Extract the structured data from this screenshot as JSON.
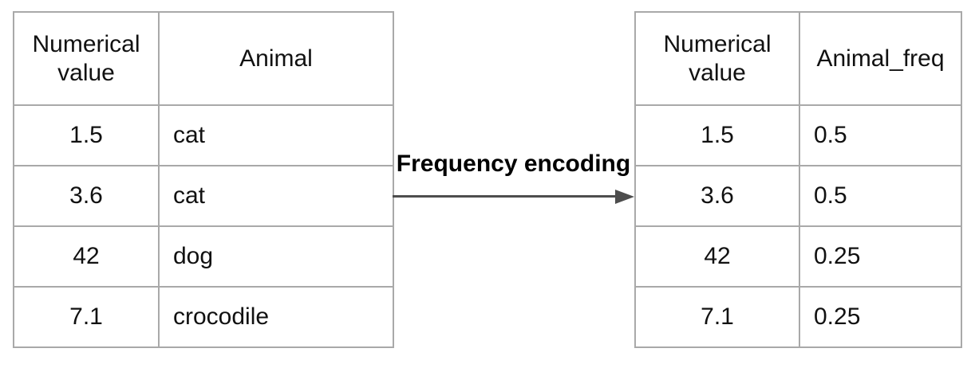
{
  "diagram": {
    "label": "Frequency encoding"
  },
  "tables": {
    "input": {
      "headers": [
        "Numerical\nvalue",
        "Animal"
      ],
      "rows": [
        [
          "1.5",
          "cat"
        ],
        [
          "3.6",
          "cat"
        ],
        [
          "42",
          "dog"
        ],
        [
          "7.1",
          "crocodile"
        ]
      ]
    },
    "output": {
      "headers": [
        "Numerical\nvalue",
        "Animal_freq"
      ],
      "rows": [
        [
          "1.5",
          "0.5"
        ],
        [
          "3.6",
          "0.5"
        ],
        [
          "42",
          "0.25"
        ],
        [
          "7.1",
          "0.25"
        ]
      ]
    }
  },
  "colors": {
    "table_border": "#a9a9a9",
    "arrow": "#4d4d4d",
    "text": "#111111"
  }
}
